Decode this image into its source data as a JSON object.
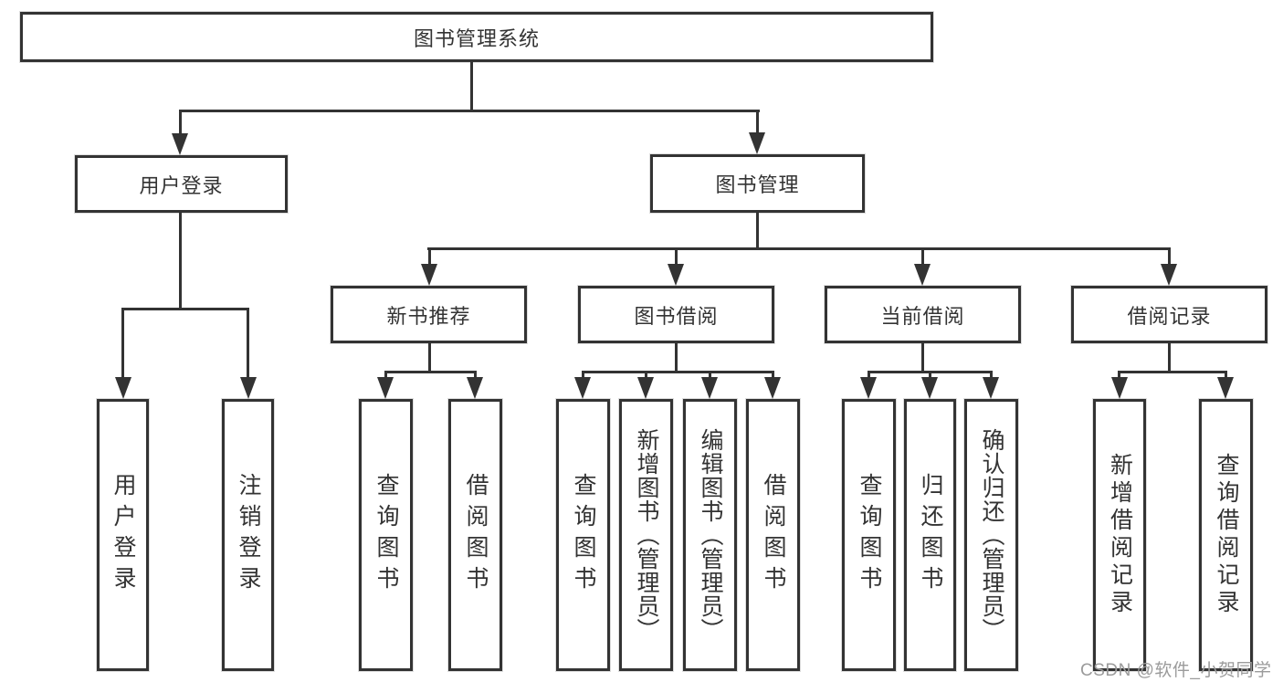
{
  "nodes": {
    "root": "图书管理系统",
    "user_login": "用户登录",
    "book_management": "图书管理",
    "new_book_recommend": "新书推荐",
    "book_borrow": "图书借阅",
    "current_borrow": "当前借阅",
    "borrow_records": "借阅记录"
  },
  "leaves": {
    "user_login": [
      "用户登录",
      "注销登录"
    ],
    "new_book_recommend": [
      "查询图书",
      "借阅图书"
    ],
    "book_borrow": [
      "查询图书",
      "新增图书（管理员）",
      "编辑图书（管理员）",
      "借阅图书"
    ],
    "current_borrow": [
      "查询图书",
      "归还图书",
      "确认归还（管理员）"
    ],
    "borrow_records": [
      "新增借阅记录",
      "查询借阅记录"
    ]
  },
  "watermark": "CSDN @软件_小贺同学",
  "colors": {
    "line": "#333333",
    "text": "#333333",
    "background": "#ffffff",
    "watermark": "#9b9b9b"
  }
}
